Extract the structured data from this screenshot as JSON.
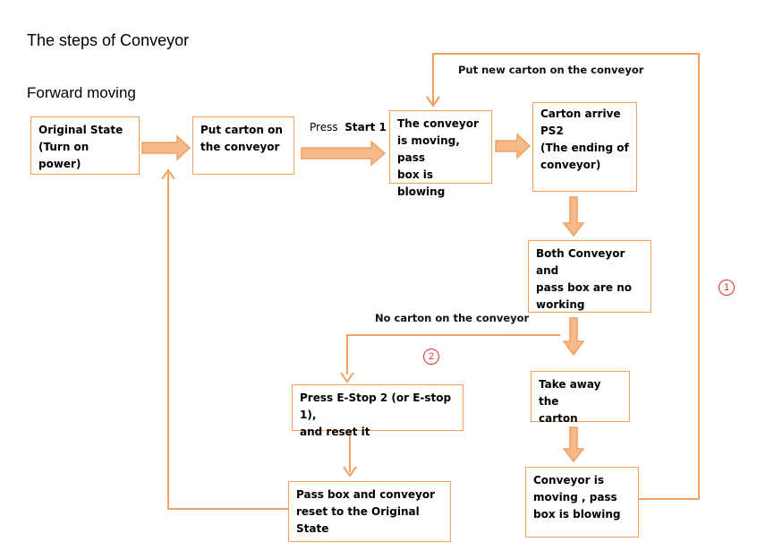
{
  "title": "The steps of Conveyor",
  "subtitle": "Forward moving",
  "colors": {
    "line": "#f0a060",
    "block_arrow_fill": "#f5b98a",
    "marker": "#e03030"
  },
  "nodes": {
    "original_state": "Original State\n(Turn on power)",
    "put_carton": "Put carton on\nthe conveyor",
    "conveyor_moving": "The conveyor\nis moving, pass\nbox is blowing",
    "carton_arrive": "Carton arrive\nPS2\n(The ending of\nconveyor)",
    "both_stop": "Both Conveyor and\npass box are no\nworking",
    "take_away": "Take away the\ncarton",
    "conveyor_moving_2": "Conveyor is\nmoving , pass\nbox is blowing",
    "press_estop": "Press E-Stop 2 (or E-stop 1),\nand reset it",
    "reset_state": "Pass box and conveyor\nreset to the Original State"
  },
  "labels": {
    "press_word": "Press",
    "start_button": "Start 1",
    "put_new_carton": "Put new carton on the conveyor",
    "no_carton": "No carton on the conveyor"
  },
  "markers": {
    "loop_one": "1",
    "loop_two": "2"
  }
}
